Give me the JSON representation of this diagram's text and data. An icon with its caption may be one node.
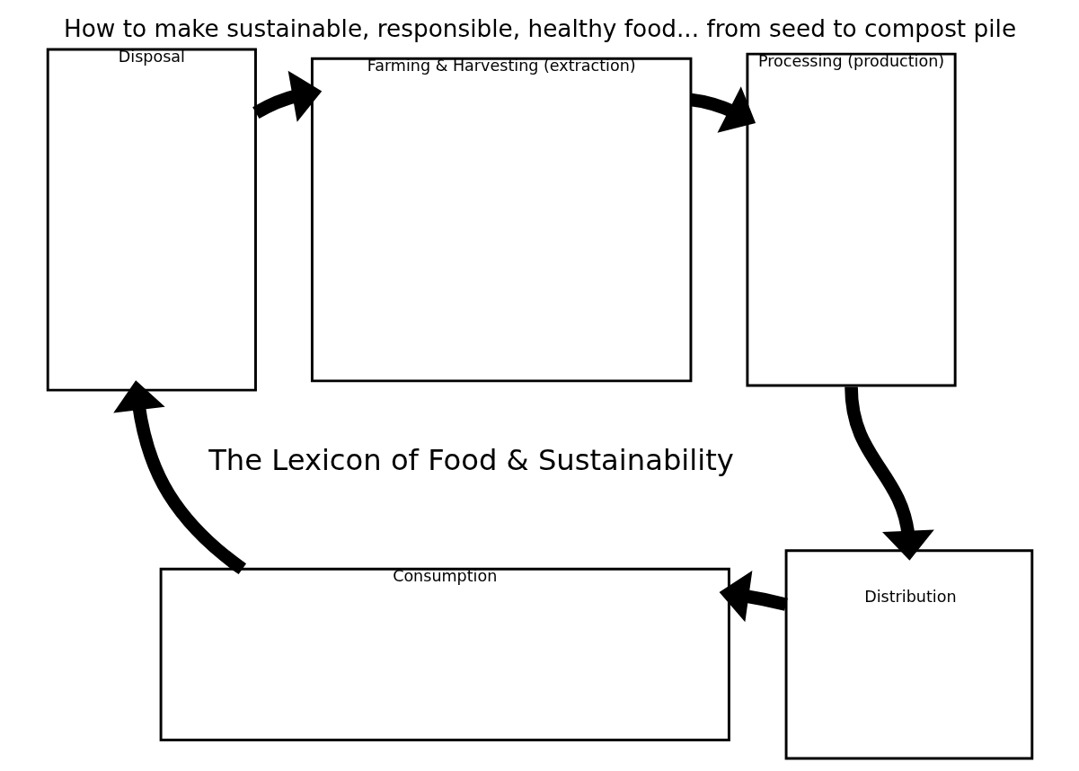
{
  "diagram": {
    "title": "How to make sustainable, responsible, healthy food... from seed to compost pile",
    "nodes": [
      {
        "text": [
          "Disposal"
        ]
      },
      {
        "text": [
          "Farming & Harvesting (extraction)"
        ]
      },
      {
        "text": [
          "Processing (production)"
        ]
      },
      {
        "text": [
          "Distribution"
        ]
      },
      {
        "text": [
          "Consumption"
        ]
      }
    ],
    "edges": [
      {
        "from": 0,
        "to": 1,
        "arrow": "to"
      },
      {
        "from": 1,
        "to": 2,
        "arrow": "to"
      },
      {
        "from": 2,
        "to": 3,
        "arrow": "to"
      },
      {
        "from": 3,
        "to": 4,
        "arrow": "to"
      },
      {
        "from": 4,
        "to": 0,
        "arrow": "to"
      }
    ],
    "labels": [
      "The Lexicon of Food & Sustainability"
    ]
  }
}
